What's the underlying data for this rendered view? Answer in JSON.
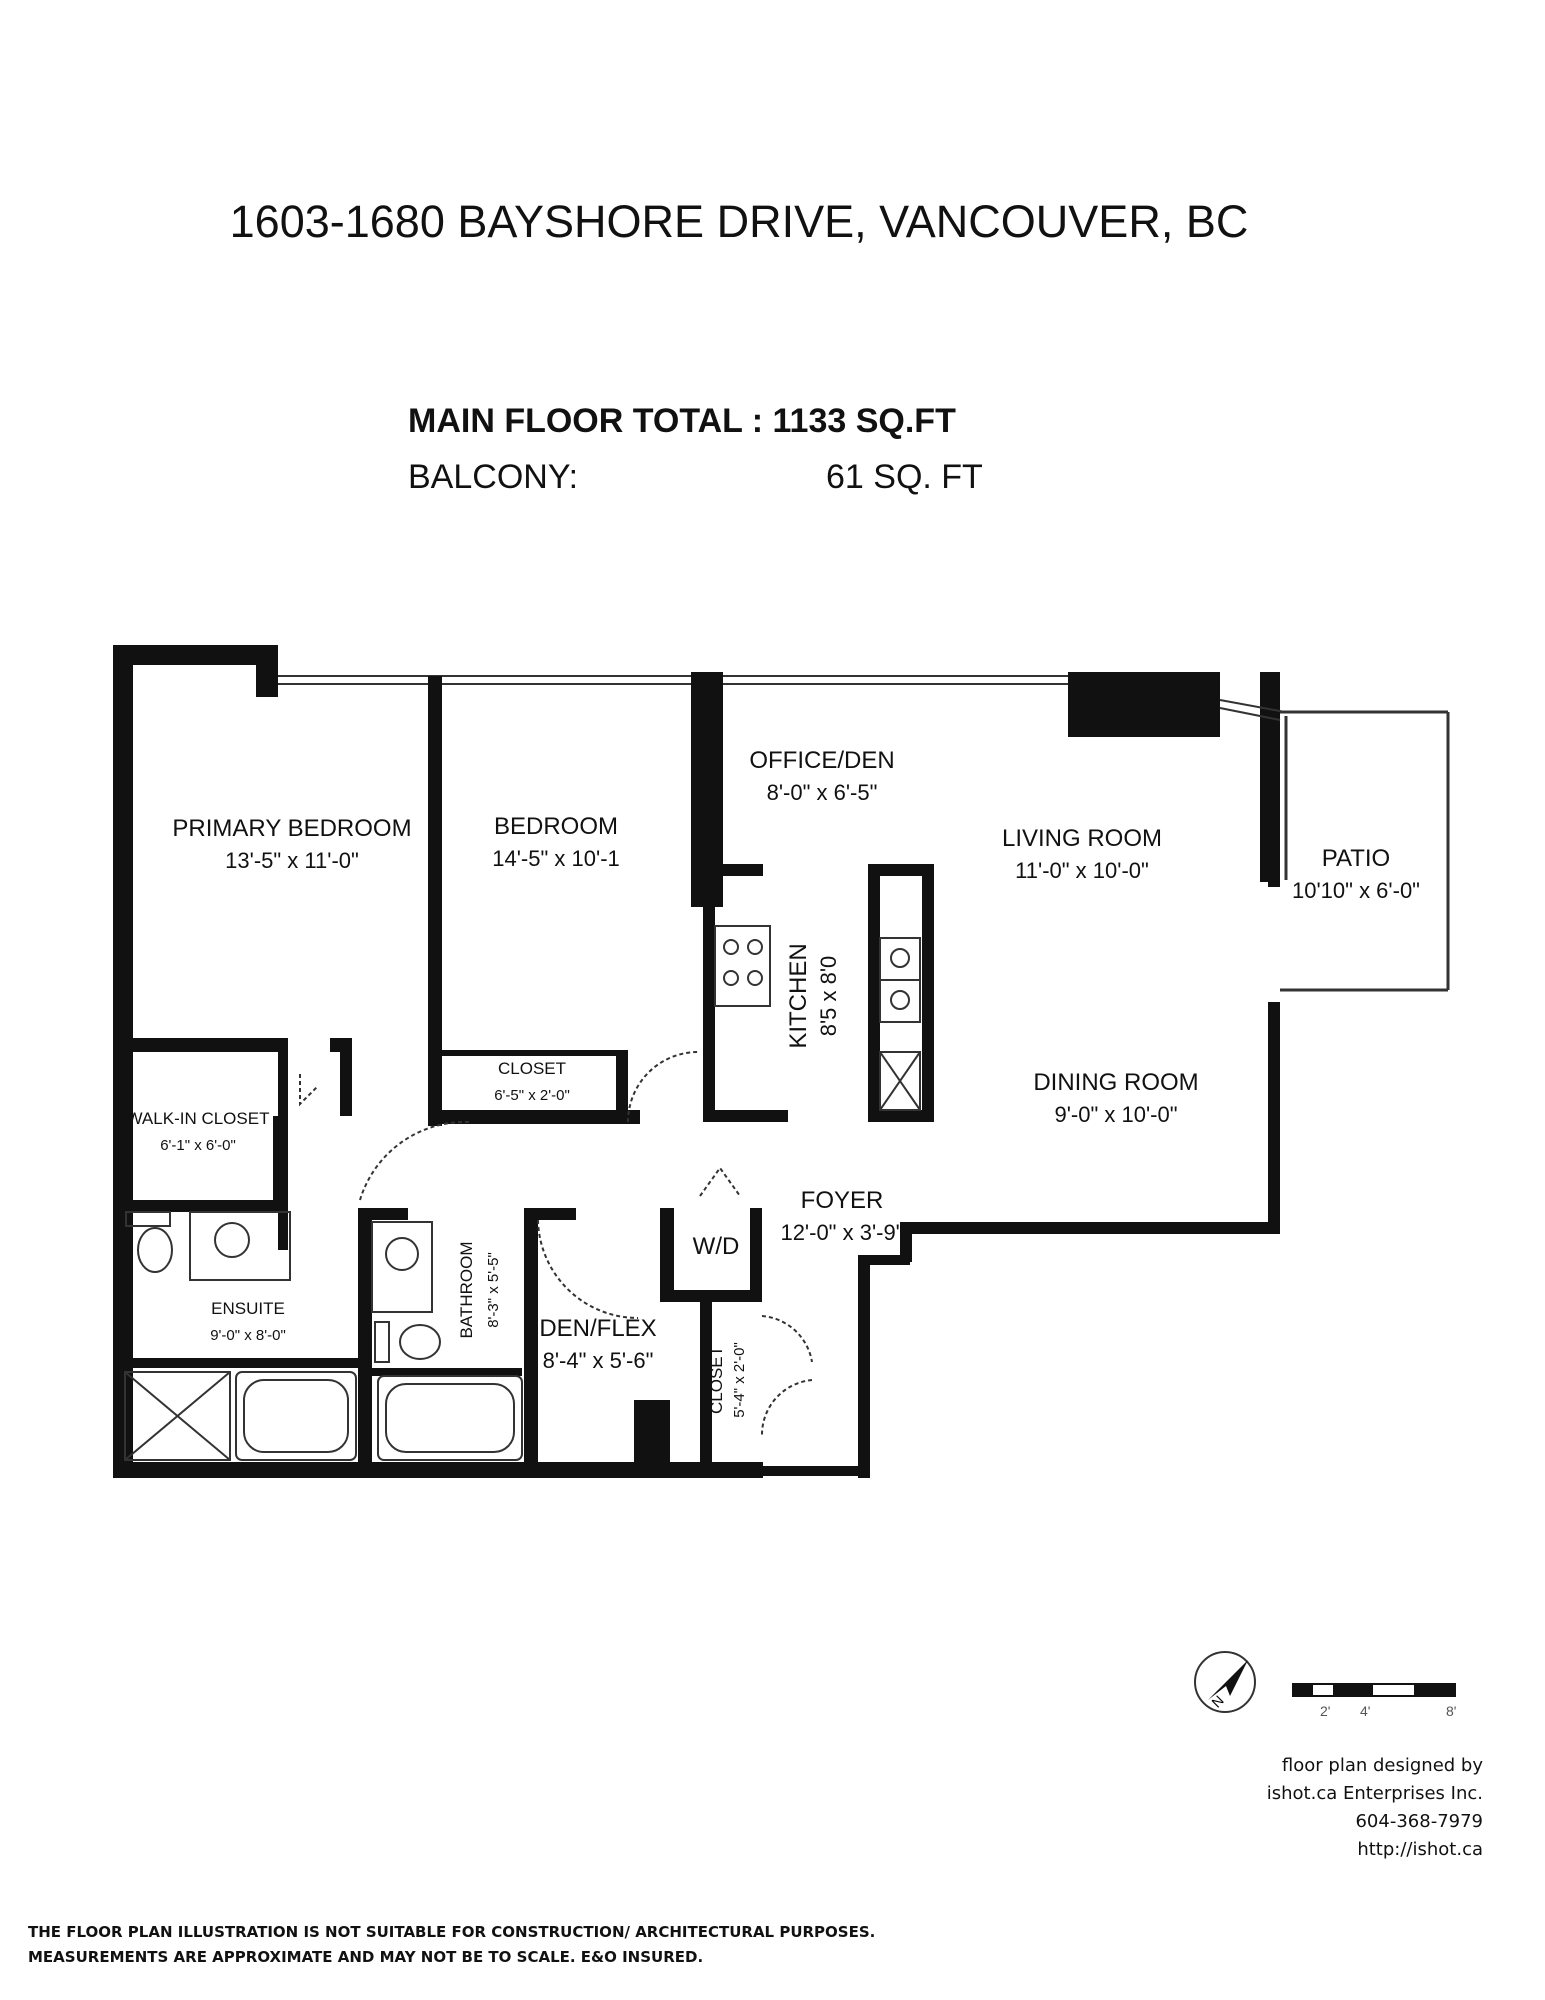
{
  "header": {
    "address": "1603-1680 BAYSHORE DRIVE, VANCOUVER, BC",
    "main_floor_total": "MAIN FLOOR TOTAL : 1133 SQ.FT",
    "balcony_label": "BALCONY:",
    "balcony_value": "61 SQ. FT"
  },
  "rooms": {
    "primary_bedroom": {
      "name": "PRIMARY BEDROOM",
      "dim": "13'-5\" x 11'-0\""
    },
    "bedroom": {
      "name": "BEDROOM",
      "dim": "14'-5\" x 10'-1"
    },
    "office_den": {
      "name": "OFFICE/DEN",
      "dim": "8'-0\" x 6'-5\""
    },
    "living_room": {
      "name": "LIVING ROOM",
      "dim": "11'-0\" x 10'-0\""
    },
    "patio": {
      "name": "PATIO",
      "dim": "10'10\" x 6'-0\""
    },
    "kitchen": {
      "name": "KITCHEN",
      "dim": "8'5 x 8'0"
    },
    "closet_bedroom": {
      "name": "CLOSET",
      "dim": "6'-5\" x 2'-0\""
    },
    "dining_room": {
      "name": "DINING ROOM",
      "dim": "9'-0\" x 10'-0\""
    },
    "walk_in_closet": {
      "name": "WALK-IN CLOSET",
      "dim": "6'-1\" x 6'-0\""
    },
    "foyer": {
      "name": "FOYER",
      "dim": "12'-0\" x 3'-9\""
    },
    "wd": {
      "name": "W/D"
    },
    "ensuite": {
      "name": "ENSUITE",
      "dim": "9'-0\" x 8'-0\""
    },
    "bathroom": {
      "name": "BATHROOM",
      "dim": "8'-3\" x 5'-5\""
    },
    "den_flex": {
      "name": "DEN/FLEX",
      "dim": "8'-4\" x 5'-6\""
    },
    "closet_foyer": {
      "name": "CLOSET",
      "dim": "5'-4\" x 2'-0\""
    }
  },
  "scale_bar": {
    "ticks": [
      "2'",
      "4'",
      "8'"
    ]
  },
  "compass": {
    "icon": "compass-north-icon",
    "letter": "N"
  },
  "credit": {
    "line1": "floor plan designed by",
    "line2": "ishot.ca Enterprises Inc.",
    "line3": "604-368-7979",
    "line4": "http://ishot.ca"
  },
  "disclaimer": {
    "line1": "THE FLOOR PLAN ILLUSTRATION IS NOT SUITABLE FOR CONSTRUCTION/ ARCHITECTURAL PURPOSES.",
    "line2": "MEASUREMENTS ARE APPROXIMATE AND MAY NOT BE TO SCALE. E&O INSURED."
  },
  "colors": {
    "wall": "#111111",
    "line": "#333333"
  }
}
